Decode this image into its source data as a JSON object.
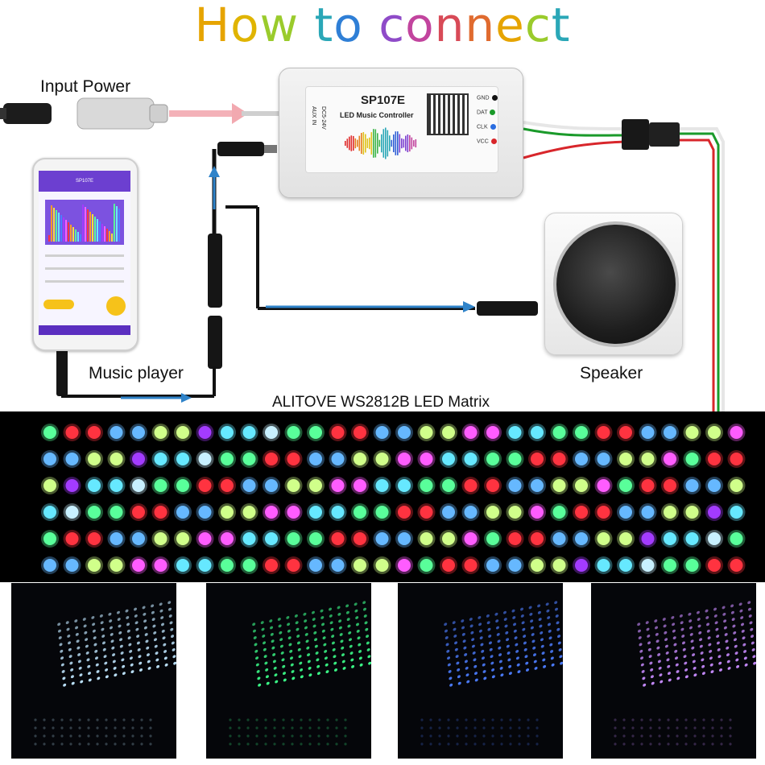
{
  "title": {
    "text": "How to connect"
  },
  "labels": {
    "input_power": "Input Power",
    "music_player": "Music player",
    "speaker": "Speaker",
    "matrix": "ALITOVE WS2812B LED Matrix"
  },
  "controller": {
    "model": "SP107E",
    "subtitle": "LED Music Controller",
    "voltage": "DC5-24V",
    "aux": "AUX IN",
    "pins": [
      "GND",
      "DAT",
      "CLK",
      "VCC"
    ],
    "pin_colors": [
      "#111111",
      "#1a9a2a",
      "#2a6de0",
      "#d8262b"
    ]
  },
  "phone": {
    "app_title": "SP107E"
  },
  "colors": {
    "wire_blue": "#2f83c9",
    "wire_red": "#d8262b",
    "wire_green": "#1a9a2a",
    "wire_white": "#e6e6e6",
    "matrix_bg": "#000000"
  },
  "matrix_palette": [
    "#59ff9a",
    "#ff3340",
    "#ff3340",
    "#66b8ff",
    "#66b8ff",
    "#d0ff8a",
    "#d0ff8a",
    "#a33bff",
    "#66e8ff",
    "#66e8ff",
    "#c8f0ff",
    "#59ff9a",
    "#59ff9a",
    "#ff3340",
    "#ff3340",
    "#66b8ff",
    "#66b8ff",
    "#d0ff8a",
    "#d0ff8a",
    "#ff5cff",
    "#ff5cff",
    "#66e8ff",
    "#66e8ff",
    "#59ff9a",
    "#59ff9a",
    "#ff3340",
    "#ff3340",
    "#66b8ff",
    "#66b8ff",
    "#d0ff8a",
    "#d0ff8a",
    "#ff5cff"
  ],
  "photo_colors": [
    "#bfe6ff",
    "#3cff8a",
    "#4c7dff",
    "#c88bff"
  ]
}
